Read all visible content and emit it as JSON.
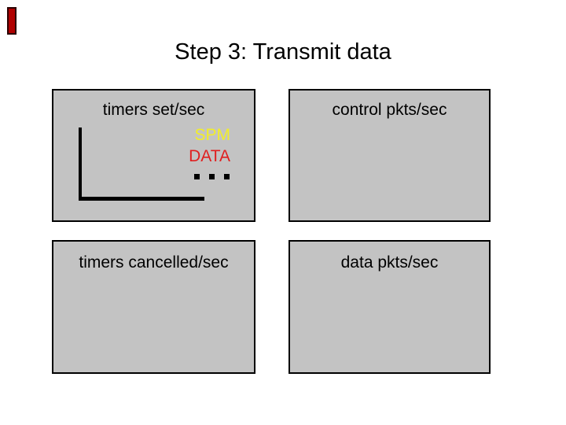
{
  "slide": {
    "title": "Step 3: Transmit data"
  },
  "bookmark": {
    "color": "#b00000"
  },
  "colors": {
    "background": "#ffffff",
    "panel_fill": "#c3c3c3",
    "panel_border": "#000000",
    "title_text": "#000000",
    "legend_spm": "#f2ee29",
    "legend_data": "#e01f1f"
  },
  "panels": [
    {
      "name": "timers-set",
      "label": "timers set/sec",
      "legend": [
        {
          "text": "SPM",
          "color": "#f2ee29"
        },
        {
          "text": "DATA",
          "color": "#e01f1f"
        }
      ],
      "ellipsis": "..."
    },
    {
      "name": "control-pkts",
      "label": "control pkts/sec"
    },
    {
      "name": "timers-cancelled",
      "label": "timers cancelled/sec"
    },
    {
      "name": "data-pkts",
      "label": "data pkts/sec"
    }
  ]
}
